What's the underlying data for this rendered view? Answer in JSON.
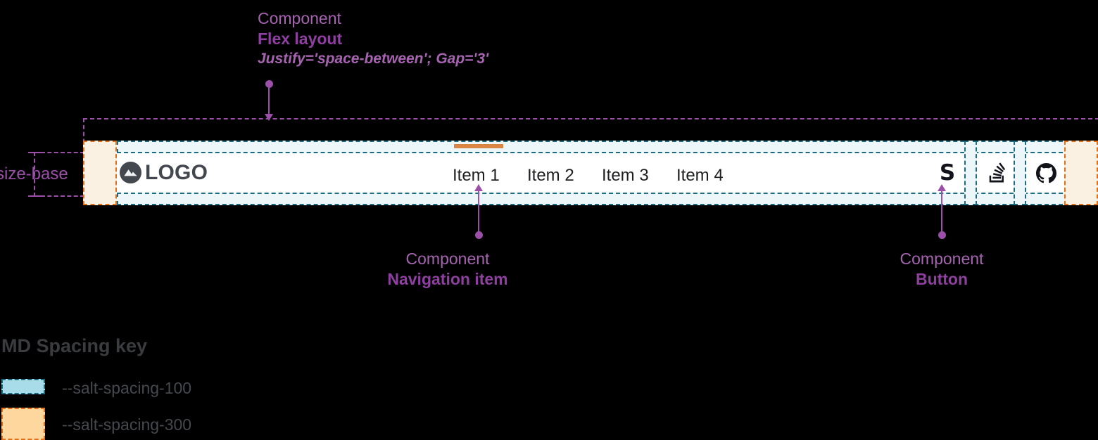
{
  "annotations": {
    "flex": {
      "kind": "Component",
      "name": "Flex layout",
      "props": "Justify='space-between'; Gap='3'"
    },
    "nav_item": {
      "kind": "Component",
      "name": "Navigation item"
    },
    "button": {
      "kind": "Component",
      "name": "Button"
    },
    "size_base": {
      "label": "size-base"
    }
  },
  "navbar": {
    "logo": {
      "icon": "mountain-logo-icon",
      "text": "LOGO"
    },
    "items": [
      {
        "label": "Item 1",
        "active": true
      },
      {
        "label": "Item 2",
        "active": false
      },
      {
        "label": "Item 3",
        "active": false
      },
      {
        "label": "Item 4",
        "active": false
      }
    ],
    "buttons": [
      {
        "icon": "salt-s-icon",
        "glyph": "S"
      },
      {
        "icon": "stack-overflow-icon"
      },
      {
        "icon": "github-icon"
      }
    ]
  },
  "legend": {
    "title": "MD Spacing key",
    "rows": [
      {
        "swatch": "spacing-100",
        "label": "--salt-spacing-100"
      },
      {
        "swatch": "spacing-300",
        "label": "--salt-spacing-300"
      }
    ]
  },
  "colors": {
    "annotation_purple": "#9C4FA8",
    "spacing_100_fill": "#A8DCE8",
    "spacing_100_border": "#1C6B80",
    "spacing_300_fill": "#FDD79E",
    "spacing_300_border": "#E2701A",
    "active_indicator": "#DB8544",
    "logo_grey": "#43474E",
    "background": "#000000",
    "navbar_background": "#FFFFFF"
  }
}
